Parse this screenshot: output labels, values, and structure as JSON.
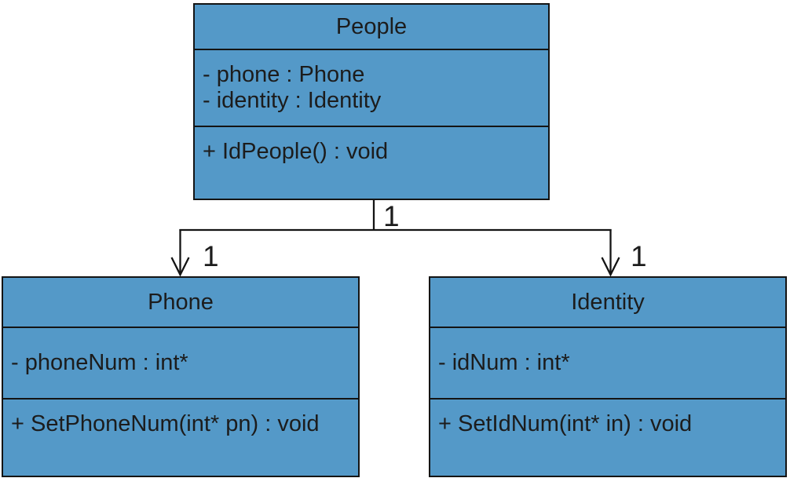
{
  "diagram": {
    "kind": "uml-class-diagram",
    "colors": {
      "class_fill": "#5499C8",
      "line": "#141414",
      "text": "#1C1C1C",
      "background": "#FFFFFF"
    },
    "classes": [
      {
        "name": "People",
        "attributes": [
          "- phone : Phone",
          "- identity : Identity"
        ],
        "methods": [
          "+ IdPeople() : void"
        ]
      },
      {
        "name": "Phone",
        "attributes": [
          "- phoneNum : int*"
        ],
        "methods": [
          "+ SetPhoneNum(int* pn) : void"
        ]
      },
      {
        "name": "Identity",
        "attributes": [
          "- idNum : int*"
        ],
        "methods": [
          "+ SetIdNum(int* in) : void"
        ]
      }
    ],
    "associations": [
      {
        "from": "People",
        "to": "Phone",
        "from_multiplicity": "1",
        "to_multiplicity": "1"
      },
      {
        "from": "People",
        "to": "Identity",
        "from_multiplicity": "1",
        "to_multiplicity": "1"
      }
    ]
  }
}
